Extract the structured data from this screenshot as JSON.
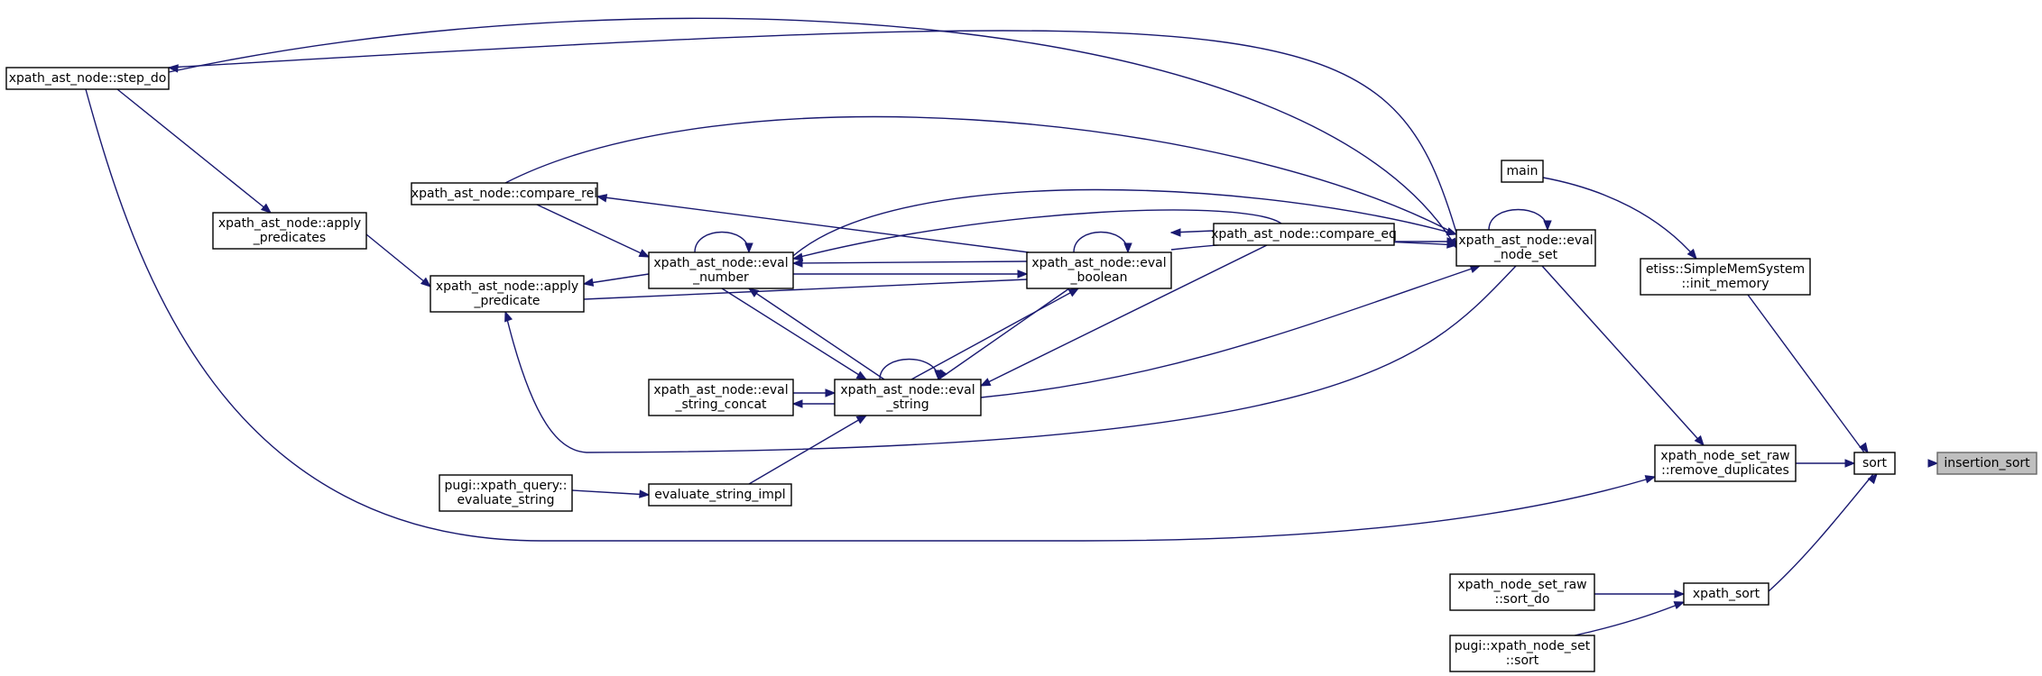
{
  "diagram": {
    "nodes": [
      {
        "id": "insertion_sort",
        "lines": [
          "insertion_sort"
        ],
        "current": true
      },
      {
        "id": "sort",
        "lines": [
          "sort"
        ]
      },
      {
        "id": "remove_duplicates",
        "lines": [
          "xpath_node_set_raw",
          "::remove_duplicates"
        ]
      },
      {
        "id": "init_memory",
        "lines": [
          "etiss::SimpleMemSystem",
          "::init_memory"
        ]
      },
      {
        "id": "main",
        "lines": [
          "main"
        ]
      },
      {
        "id": "xpath_sort",
        "lines": [
          "xpath_sort"
        ]
      },
      {
        "id": "sort_do",
        "lines": [
          "xpath_node_set_raw",
          "::sort_do"
        ]
      },
      {
        "id": "pugi_sort",
        "lines": [
          "pugi::xpath_node_set",
          "::sort"
        ]
      },
      {
        "id": "eval_node_set",
        "lines": [
          "xpath_ast_node::eval",
          "_node_set"
        ]
      },
      {
        "id": "compare_eq",
        "lines": [
          "xpath_ast_node::compare_eq"
        ]
      },
      {
        "id": "eval_boolean",
        "lines": [
          "xpath_ast_node::eval",
          "_boolean"
        ]
      },
      {
        "id": "eval_number",
        "lines": [
          "xpath_ast_node::eval",
          "_number"
        ]
      },
      {
        "id": "compare_rel",
        "lines": [
          "xpath_ast_node::compare_rel"
        ]
      },
      {
        "id": "eval_string",
        "lines": [
          "xpath_ast_node::eval",
          "_string"
        ]
      },
      {
        "id": "eval_string_concat",
        "lines": [
          "xpath_ast_node::eval",
          "_string_concat"
        ]
      },
      {
        "id": "evaluate_string_impl",
        "lines": [
          "evaluate_string_impl"
        ]
      },
      {
        "id": "pugi_evaluate_string",
        "lines": [
          "pugi::xpath_query::",
          "evaluate_string"
        ]
      },
      {
        "id": "apply_predicate",
        "lines": [
          "xpath_ast_node::apply",
          "_predicate"
        ]
      },
      {
        "id": "apply_predicates",
        "lines": [
          "xpath_ast_node::apply",
          "_predicates"
        ]
      },
      {
        "id": "step_do",
        "lines": [
          "xpath_ast_node::step_do"
        ]
      }
    ]
  }
}
